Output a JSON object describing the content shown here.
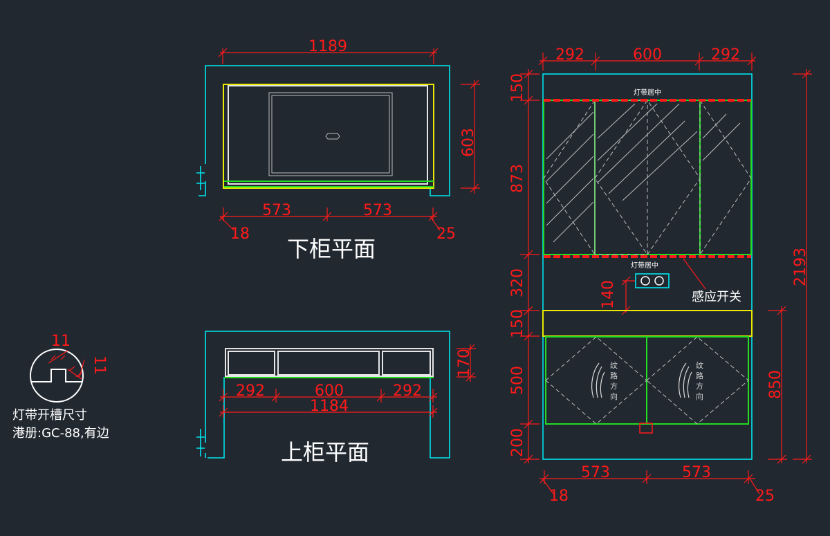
{
  "lower_plan": {
    "caption": "下柜平面",
    "dims": {
      "width": "1189",
      "depth": "603",
      "left_span": "573",
      "right_span": "573",
      "left_offset": "18",
      "right_offset": "25"
    }
  },
  "upper_plan": {
    "caption": "上柜平面",
    "dims": {
      "left": "292",
      "middle": "600",
      "right": "292",
      "total": "1184",
      "depth": "170"
    }
  },
  "elevation": {
    "top_dims": {
      "left": "292",
      "middle": "600",
      "right": "292"
    },
    "left_dims": {
      "d150a": "150",
      "d873": "873",
      "d320": "320",
      "d150b": "150",
      "d500": "500",
      "d200": "200"
    },
    "right_dims": {
      "d850": "850",
      "d2193": "2193"
    },
    "sub_dims": {
      "d140": "140"
    },
    "bottom_dims": {
      "left_span": "573",
      "right_span": "573",
      "left_offset": "18",
      "right_offset": "25"
    },
    "led_label_top": "灯带居中",
    "led_label_bottom": "灯带居中",
    "switch_label": "感应开关",
    "grain_chars": [
      "纹",
      "路",
      "方",
      "向"
    ]
  },
  "detail": {
    "dim_width": "11",
    "dim_side": "11",
    "title": "灯带开槽尺寸",
    "spec": "港册:GC-88,有边"
  },
  "colors": {
    "background": "#212830",
    "dimension": "#ff1a1a",
    "wall": "#00e5ee",
    "panel": "#22dd22",
    "counter": "#e8e800"
  }
}
